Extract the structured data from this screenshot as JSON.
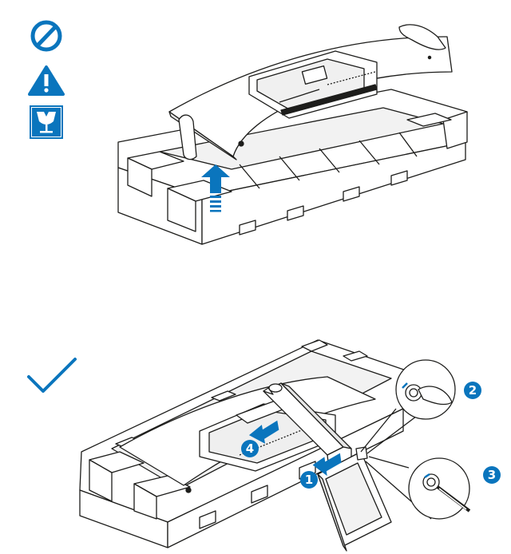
{
  "colors": {
    "accent": "#0a75bd",
    "line": "#1d1d1b",
    "fill": "#ffffff",
    "shade": "#e6e6e6"
  },
  "icons": {
    "prohibited": "prohibited-icon",
    "warning": "warning-icon",
    "fragile": "fragile-icon",
    "check": "checkmark-icon"
  },
  "steps": {
    "step1": "1",
    "step2": "2",
    "step3": "3",
    "step4": "4"
  }
}
